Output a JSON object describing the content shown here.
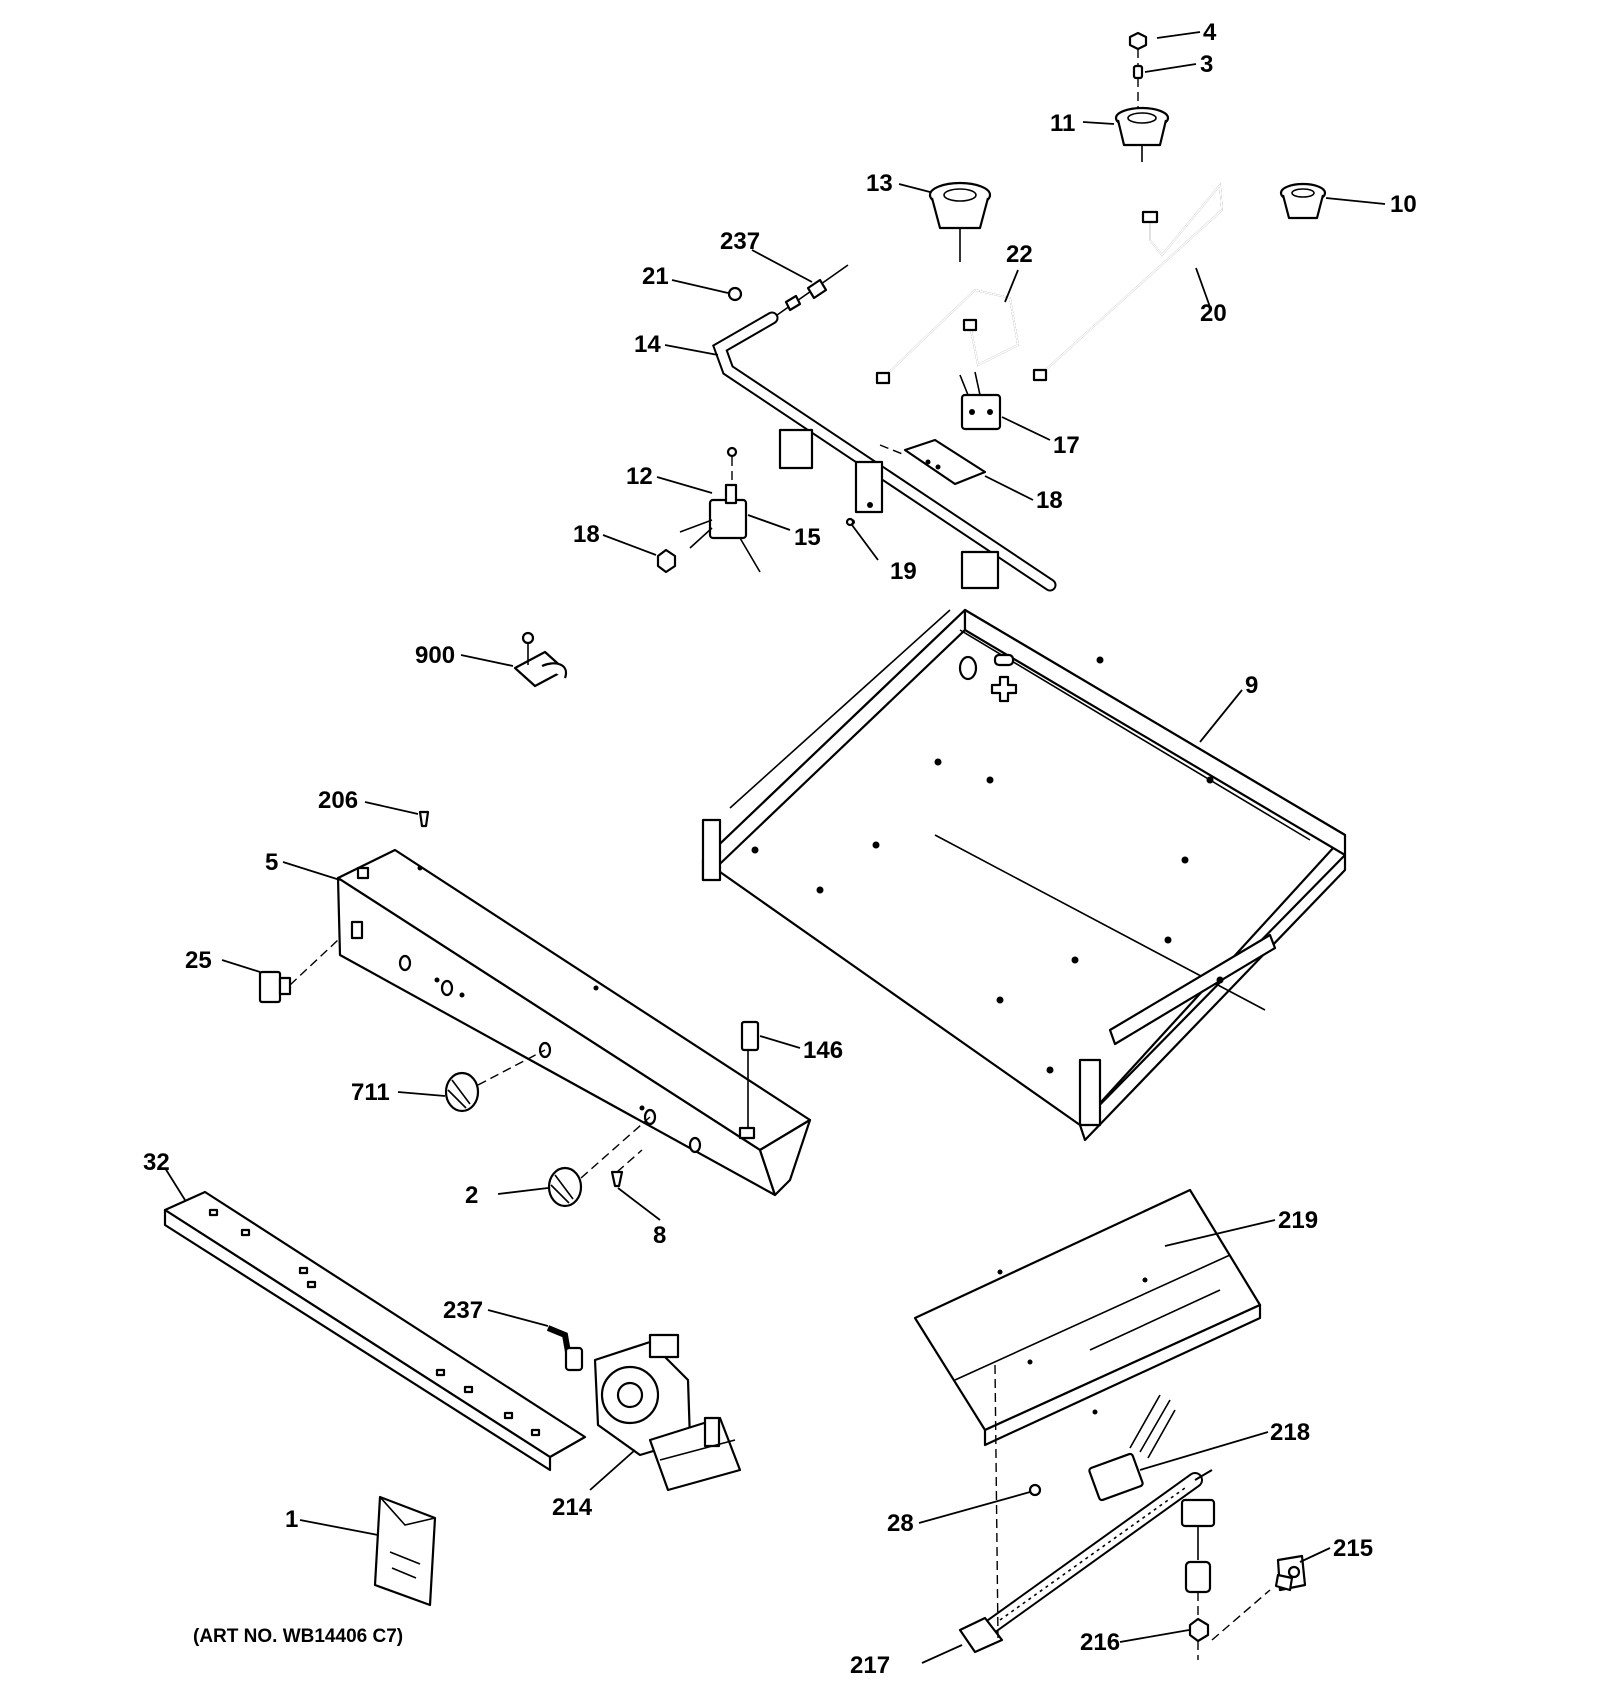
{
  "footer": {
    "art_number": "(ART NO. WB14406 C7)"
  },
  "callouts": {
    "c4": "4",
    "c3": "3",
    "c11": "11",
    "c13": "13",
    "c10": "10",
    "c237_top": "237",
    "c21": "21",
    "c22": "22",
    "c20": "20",
    "c14": "14",
    "c17": "17",
    "c12": "12",
    "c18_right": "18",
    "c15": "15",
    "c18_left": "18",
    "c19": "19",
    "c900": "900",
    "c9": "9",
    "c206": "206",
    "c5": "5",
    "c25": "25",
    "c146": "146",
    "c711": "711",
    "c32": "32",
    "c2": "2",
    "c8": "8",
    "c219": "219",
    "c237_bottom": "237",
    "c214": "214",
    "c218": "218",
    "c1": "1",
    "c28": "28",
    "c215": "215",
    "c216": "216",
    "c217": "217"
  }
}
